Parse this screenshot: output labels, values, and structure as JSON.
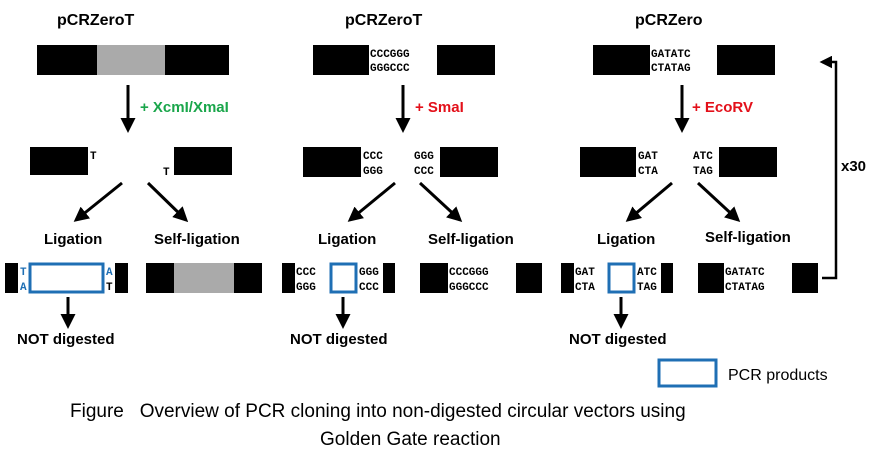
{
  "colors": {
    "green": "#1aa64b",
    "red": "#e3101a",
    "blue": "#1f6fb4",
    "gray": "#aaaaaa",
    "black": "#000000"
  },
  "panels": [
    {
      "title": "pCRZeroT",
      "enzyme_label": "+ XcmI/XmaI",
      "enzyme_color": "green",
      "cut_left": "T",
      "cut_right": "T",
      "ligation_label": "Ligation",
      "self_ligation_label": "Self-ligation",
      "lig_left_top": "T",
      "lig_left_bottom": "A",
      "lig_right_top": "A",
      "lig_right_bottom": "T",
      "result_label": "NOT digested"
    },
    {
      "title": "pCRZeroT",
      "site_top": "CCCGGG",
      "site_bottom": "GGGCCC",
      "enzyme_label": "+ SmaI",
      "enzyme_color": "red",
      "cut_left_top": "CCC",
      "cut_left_bottom": "GGG",
      "cut_right_top": "GGG",
      "cut_right_bottom": "CCC",
      "ligation_label": "Ligation",
      "self_ligation_label": "Self-ligation",
      "lig_left_top": "CCC",
      "lig_left_bottom": "GGG",
      "lig_right_top": "GGG",
      "lig_right_bottom": "CCC",
      "self_top": "CCCGGG",
      "self_bottom": "GGGCCC",
      "result_label": "NOT digested"
    },
    {
      "title": "pCRZero",
      "site_top": "GATATC",
      "site_bottom": "CTATAG",
      "enzyme_label": "+ EcoRV",
      "enzyme_color": "red",
      "cut_left_top": "GAT",
      "cut_left_bottom": "CTA",
      "cut_right_top": "ATC",
      "cut_right_bottom": "TAG",
      "ligation_label": "Ligation",
      "self_ligation_label": "Self-ligation",
      "lig_left_top": "GAT",
      "lig_left_bottom": "CTA",
      "lig_right_top": "ATC",
      "lig_right_bottom": "TAG",
      "self_top": "GATATC",
      "self_bottom": "CTATAG",
      "result_label": "NOT digested",
      "loop_label": "x30"
    }
  ],
  "legend": {
    "label": "PCR products"
  },
  "caption": {
    "line1": "Figure   Overview of PCR cloning into non-digested circular vectors using",
    "line2": "Golden Gate reaction"
  }
}
